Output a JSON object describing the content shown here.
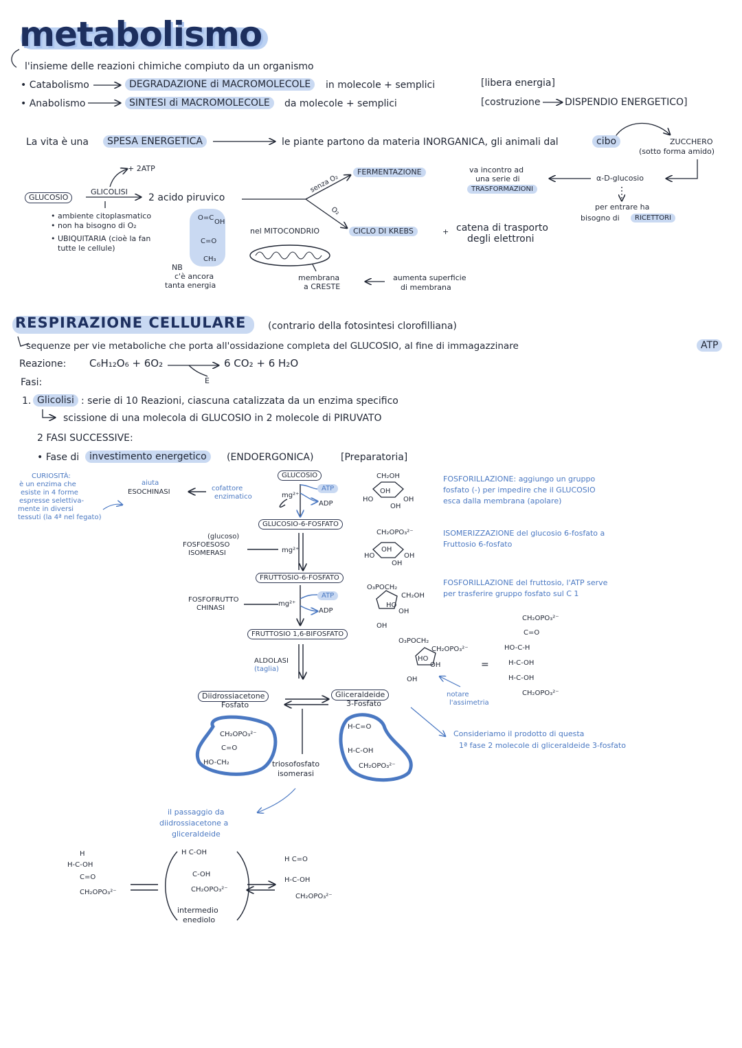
{
  "title": "metabolismo",
  "definition": "l'insieme delle reazioni chimiche compiuto da un organismo",
  "catabolismo": {
    "label": "• Catabolismo",
    "process": "DEGRADAZIONE di MACROMOLECOLE",
    "rest": "in molecole + semplici",
    "note": "[libera energia]"
  },
  "anabolismo": {
    "label": "• Anabolismo",
    "process": "SINTESI di MACROMOLECOLE",
    "rest": "da molecole + semplici",
    "note_a": "[costruzione",
    "note_b": "DISPENDIO ENERGETICO]"
  },
  "vita": {
    "text": "La vita è una",
    "hl": "SPESA ENERGETICA",
    "plants": "le piante partono da materia INORGANICA, gli animali dal",
    "cibo": "cibo",
    "zucchero": "ZUCCHERO",
    "amido": "(sotto forma amido)"
  },
  "glicolisi_top": {
    "atp": "+ 2ATP",
    "glucosio": "GLUCOSIO",
    "glicolisi": "GLICOLISI",
    "piruvico": "2 acido piruvico",
    "b1": "• ambiente citoplasmatico",
    "b2": "• non ha bisogno di O₂",
    "b3": "• UBIQUITARIA (cioè la fan",
    "b4": "tutte le cellule)",
    "nb1": "NB",
    "nb2": "c'è ancora",
    "nb3": "tanta energia",
    "senza": "senza O₂",
    "o2": "O₂",
    "ferm": "FERMENTAZIONE",
    "va1": "va incontro ad",
    "va2": "una serie di",
    "trasf": "TRASFORMAZIONI",
    "dglucosio": "α-D-glucosio",
    "rec1": "per entrare ha",
    "rec2": "bisogno di",
    "ricettori": "RICETTORI",
    "mito": "nel MITOCONDRIO",
    "krebs": "CICLO DI KREBS",
    "plus": "+",
    "cat1": "catena di trasporto",
    "cat2": "degli elettroni",
    "mem1": "membrana",
    "mem2": "a CRESTE",
    "sup1": "aumenta superficie",
    "sup2": "di membrana",
    "mol_oh": "OH",
    "mol_c1": "O=C",
    "mol_c2": "C=O",
    "mol_ch3": "CH₃"
  },
  "resp": {
    "title": "RESPIRAZIONE CELLULARE",
    "contrario": "(contrario della fotosintesi clorofilliana)",
    "seq": "sequenze per vie metaboliche che porta all'ossidazione completa del GLUCOSIO, al fine di immagazzinare",
    "atp": "ATP",
    "reazione_l": "Reazione:",
    "reazione": "C₆H₁₂O₆ + 6O₂",
    "prodotti": "6 CO₂ + 6 H₂O",
    "e": "E",
    "fasi": "Fasi:",
    "g1": "1.",
    "glicolisi": "Glicolisi",
    "g1b": ": serie di 10 Reazioni, ciascuna catalizzata da un enzima specifico",
    "g2": "scissione di una molecola di GLUCOSIO in 2 molecole di PIRUVATO",
    "fasi2": "2 FASI SUCCESSIVE:",
    "fase_a": "• Fase di",
    "invest": "investimento energetico",
    "endo": "(ENDOERGONICA)",
    "prep": "[Preparatoria]"
  },
  "pathway": {
    "cur1": "CURIOSITÀ:",
    "cur2": "è un enzima che",
    "cur3": "esiste in 4 forme",
    "cur4": "espresse selettiva-",
    "cur5": "mente in diversi",
    "cur6": "tessuti (la 4ª nel fegato)",
    "aiuta": "aiuta",
    "esochinasi": "ESOCHINASI",
    "cof1": "cofattore",
    "cof2": "enzimatico",
    "glucosio": "GLUCOSIO",
    "atp1": "ATP",
    "adp1": "ADP",
    "mg1": "mg²⁺",
    "g6p": "GLUCOSIO-6-FOSFATO",
    "iso1": "(glucoso)",
    "iso2": "FOSFOESOSO",
    "iso3": "ISOMERASI",
    "mg2": "mg²⁺",
    "f6p": "FRUTTOSIO-6-FOSFATO",
    "pfk1": "FOSFOFRUTTO",
    "pfk2": "CHINASI",
    "mg3": "mg²⁺",
    "atp2": "ATP",
    "adp2": "ADP",
    "f16": "FRUTTOSIO 1,6-BIFOSFATO",
    "ald1": "ALDOLASI",
    "ald2": "(taglia)",
    "dha1": "Diidrossiacetone",
    "dha2": "Fosfato",
    "g3p1": "Gliceraldeide",
    "g3p2": "3-Fosfato",
    "dha_m1": "CH₂OPO₃²⁻",
    "dha_m2": "C=O",
    "dha_m3": "HO-CH₂",
    "g3p_m1": "H-C=O",
    "g3p_m2": "H-C-OH",
    "g3p_m3": "CH₂OPO₃²⁻",
    "tri1": "triosofosfato",
    "tri2": "isomerasi",
    "s1_a": "CH₂OH",
    "s1_b": "OH",
    "s1_c": "HO",
    "s1_d": "OH",
    "s1_e": "OH",
    "s2_a": "CH₂OPO₃²⁻",
    "s2_b": "OH",
    "s2_c": "HO",
    "s2_d": "OH",
    "s2_e": "OH",
    "s3_a": "O₃POCH₂",
    "s3_b": "CH₂OH",
    "s3_c": "HO",
    "s3_d": "OH",
    "s3_e": "OH",
    "s4_a": "O₃POCH₂",
    "s4_b": "CH₂OPO₃²⁻",
    "s4_c": "HO",
    "s4_d": "OH",
    "s4_e": "OH",
    "eq": "=",
    "lin1": "CH₂OPO₃²⁻",
    "lin2": "C=O",
    "lin3": "HO-C-H",
    "lin4": "H-C-OH",
    "lin5": "H-C-OH",
    "lin6": "CH₂OPO₃²⁻",
    "notare1": "notare",
    "notare2": "l'assimetria",
    "n1a": "FOSFORILLAZIONE: aggiungo un gruppo",
    "n1b": "fosfato (-) per impedire che il GLUCOSIO",
    "n1c": "esca dalla membrana (apolare)",
    "n2a": "ISOMERIZZAZIONE del glucosio 6-fosfato a",
    "n2b": "Fruttosio 6-fosfato",
    "n3a": "FOSFORILLAZIONE del fruttosio, l'ATP serve",
    "n3b": "per trasferire gruppo fosfato sul C 1",
    "cons1": "Consideriamo il prodotto di questa",
    "cons2": "1ª fase 2 molecole di gliceraldeide 3-fosfato",
    "pass1": "il passaggio da",
    "pass2": "diidrossiacetone a",
    "pass3": "gliceraldeide",
    "e1_a": "H",
    "e1_b": "H-C-OH",
    "e1_c": "C=O",
    "e1_d": "CH₂OPO₃²⁻",
    "e2_a": "H C-OH",
    "e2_b": "C-OH",
    "e2_c": "CH₂OPO₃²⁻",
    "e3_a": "H C=O",
    "e3_b": "H-C-OH",
    "e3_c": "CH₂OPO₃²⁻",
    "endiolo1": "intermedio",
    "endiolo2": "enediolo"
  }
}
